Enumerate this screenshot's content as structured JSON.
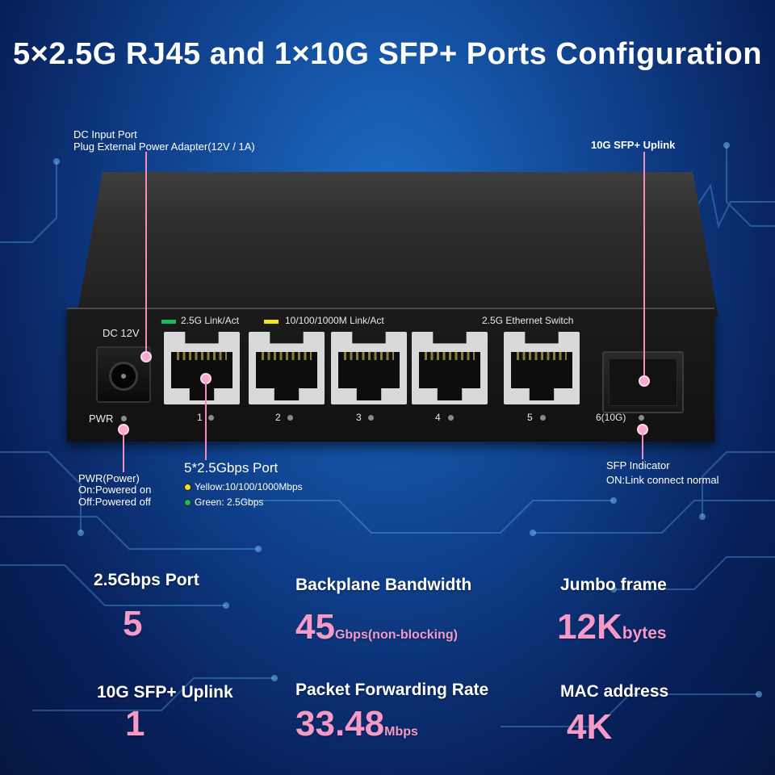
{
  "title": "5×2.5G RJ45 and 1×10G SFP+ Ports Configuration",
  "colors": {
    "accent_pink": "#f49ac8",
    "callout_pink": "#f08fbe",
    "led_green": "#1db954",
    "led_yellow": "#f5e21b",
    "background_blue": "#0f3f8a"
  },
  "device": {
    "dc_label": "DC 12V",
    "legend_green": "2.5G Link/Act",
    "legend_yellow": "10/100/1000M Link/Act",
    "model_label": "2.5G Ethernet Switch",
    "pwr_label": "PWR",
    "ports": [
      "1",
      "2",
      "3",
      "4",
      "5"
    ],
    "sfp_port_label": "6(10G)"
  },
  "callouts": {
    "dc_input": {
      "line1": "DC Input Port",
      "line2": "Plug External Power Adapter(12V / 1A)"
    },
    "sfp_uplink": "10G SFP+ Uplink",
    "power": {
      "line1": "PWR(Power)",
      "line2": "On:Powered on",
      "line3": "Off:Powered off"
    },
    "ports": {
      "heading": "5*2.5Gbps Port",
      "yellow": "Yellow:10/100/1000Mbps",
      "green": "Green: 2.5Gbps"
    },
    "sfp_indicator": {
      "line1": "SFP Indicator",
      "line2": "ON:Link connect normal"
    }
  },
  "specs": [
    {
      "label": "2.5Gbps Port",
      "value": "5",
      "unit": ""
    },
    {
      "label": "Backplane Bandwidth",
      "value": "45",
      "unit": "Gbps(non-blocking)"
    },
    {
      "label": "Jumbo frame",
      "value": "12K",
      "unit": "bytes"
    },
    {
      "label": "10G SFP+ Uplink",
      "value": "1",
      "unit": ""
    },
    {
      "label": "Packet Forwarding Rate",
      "value": "33.48",
      "unit": "Mbps"
    },
    {
      "label": "MAC address",
      "value": "4K",
      "unit": ""
    }
  ]
}
